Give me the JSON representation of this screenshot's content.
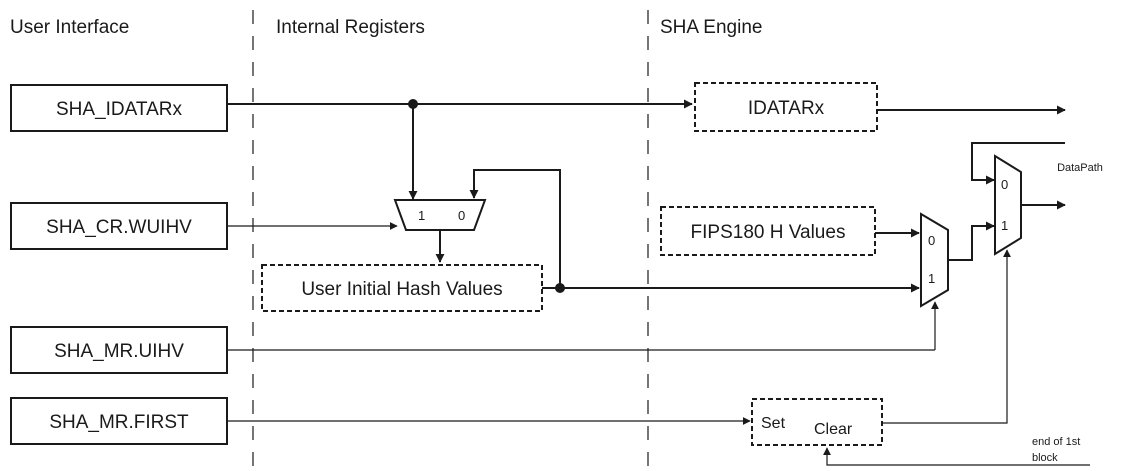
{
  "columns": {
    "user_interface": "User Interface",
    "internal_registers": "Internal Registers",
    "sha_engine": "SHA Engine"
  },
  "registers": {
    "idatarx": "SHA_IDATARx",
    "cr_wuihv": "SHA_CR.WUIHV",
    "mr_uihv": "SHA_MR.UIHV",
    "mr_first": "SHA_MR.FIRST"
  },
  "internal": {
    "user_initial_hash_values": "User Initial Hash Values"
  },
  "engine": {
    "idatarx_block": "IDATARx",
    "fips180_h_values": "FIPS180 H Values",
    "set_label": "Set",
    "clear_label": "Clear",
    "datapath_label": "DataPath",
    "end_of_block_line1": "end of 1st",
    "end_of_block_line2": "block"
  },
  "muxes": {
    "wuihv_mux": {
      "input_a": "1",
      "input_b": "0"
    },
    "hash_mux": {
      "input_top": "0",
      "input_bottom": "1"
    },
    "datapath_mux": {
      "input_top": "0",
      "input_bottom": "1"
    }
  }
}
